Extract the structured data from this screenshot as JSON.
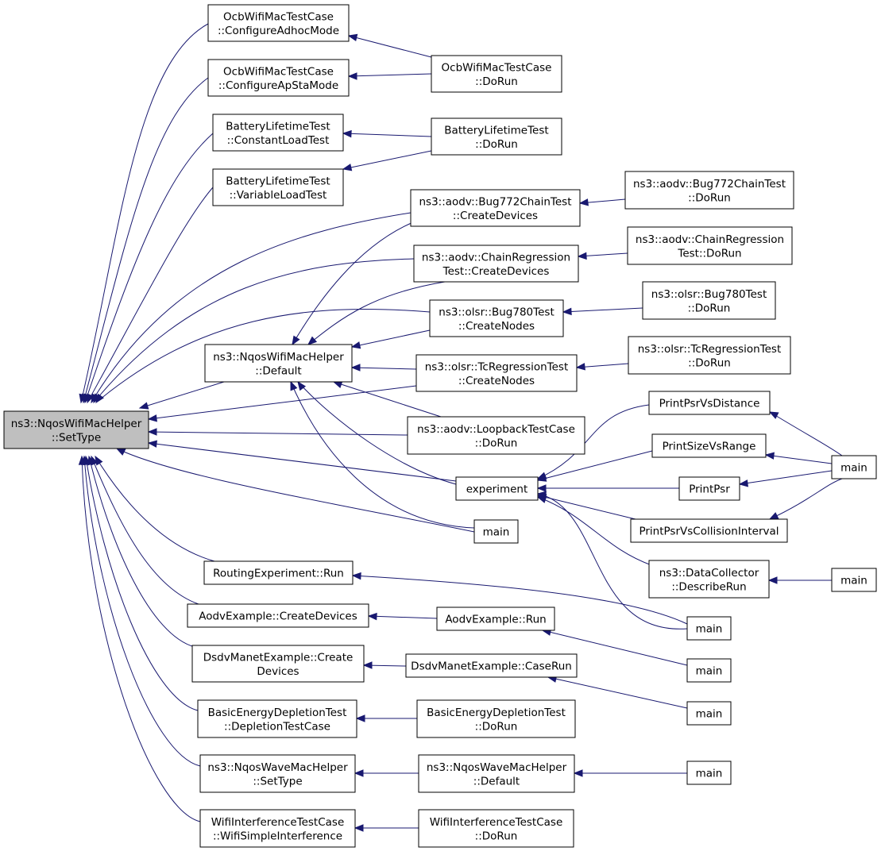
{
  "nodes": [
    {
      "id": "root",
      "lines": [
        "ns3::NqosWifiMacHelper",
        "::SetType"
      ]
    },
    {
      "id": "ocb_adhoc",
      "lines": [
        "OcbWifiMacTestCase",
        "::ConfigureAdhocMode"
      ]
    },
    {
      "id": "ocb_apsta",
      "lines": [
        "OcbWifiMacTestCase",
        "::ConfigureApStaMode"
      ]
    },
    {
      "id": "ocb_dorun",
      "lines": [
        "OcbWifiMacTestCase",
        "::DoRun"
      ]
    },
    {
      "id": "bat_const",
      "lines": [
        "BatteryLifetimeTest",
        "::ConstantLoadTest"
      ]
    },
    {
      "id": "bat_var",
      "lines": [
        "BatteryLifetimeTest",
        "::VariableLoadTest"
      ]
    },
    {
      "id": "bat_dorun",
      "lines": [
        "BatteryLifetimeTest",
        "::DoRun"
      ]
    },
    {
      "id": "bug772_cd",
      "lines": [
        "ns3::aodv::Bug772ChainTest",
        "::CreateDevices"
      ]
    },
    {
      "id": "bug772_dr",
      "lines": [
        "ns3::aodv::Bug772ChainTest",
        "::DoRun"
      ]
    },
    {
      "id": "chain_cd",
      "lines": [
        "ns3::aodv::ChainRegression",
        "Test::CreateDevices"
      ]
    },
    {
      "id": "chain_dr",
      "lines": [
        "ns3::aodv::ChainRegression",
        "Test::DoRun"
      ]
    },
    {
      "id": "bug780_cn",
      "lines": [
        "ns3::olsr::Bug780Test",
        "::CreateNodes"
      ]
    },
    {
      "id": "bug780_dr",
      "lines": [
        "ns3::olsr::Bug780Test",
        "::DoRun"
      ]
    },
    {
      "id": "nqos_default",
      "lines": [
        "ns3::NqosWifiMacHelper",
        "::Default"
      ]
    },
    {
      "id": "tc_cn",
      "lines": [
        "ns3::olsr::TcRegressionTest",
        "::CreateNodes"
      ]
    },
    {
      "id": "tc_dr",
      "lines": [
        "ns3::olsr::TcRegressionTest",
        "::DoRun"
      ]
    },
    {
      "id": "loopback",
      "lines": [
        "ns3::aodv::LoopbackTestCase",
        "::DoRun"
      ]
    },
    {
      "id": "psr_dist",
      "lines": [
        "PrintPsrVsDistance"
      ]
    },
    {
      "id": "size_range",
      "lines": [
        "PrintSizeVsRange"
      ]
    },
    {
      "id": "print_psr",
      "lines": [
        "PrintPsr"
      ]
    },
    {
      "id": "psr_coll",
      "lines": [
        "PrintPsrVsCollisionInterval"
      ]
    },
    {
      "id": "main_psr",
      "lines": [
        "main"
      ]
    },
    {
      "id": "experiment",
      "lines": [
        "experiment"
      ]
    },
    {
      "id": "main_mid",
      "lines": [
        "main"
      ]
    },
    {
      "id": "dc_describe",
      "lines": [
        "ns3::DataCollector",
        "::DescribeRun"
      ]
    },
    {
      "id": "main_dc",
      "lines": [
        "main"
      ]
    },
    {
      "id": "rout_run",
      "lines": [
        "RoutingExperiment::Run"
      ]
    },
    {
      "id": "main_rout",
      "lines": [
        "main"
      ]
    },
    {
      "id": "aodv_cd",
      "lines": [
        "AodvExample::CreateDevices"
      ]
    },
    {
      "id": "aodv_run",
      "lines": [
        "AodvExample::Run"
      ]
    },
    {
      "id": "main_aodv",
      "lines": [
        "main"
      ]
    },
    {
      "id": "dsdv_cd",
      "lines": [
        "DsdvManetExample::Create",
        "Devices"
      ]
    },
    {
      "id": "dsdv_cr",
      "lines": [
        "DsdvManetExample::CaseRun"
      ]
    },
    {
      "id": "main_dsdv",
      "lines": [
        "main"
      ]
    },
    {
      "id": "bed_dtc",
      "lines": [
        "BasicEnergyDepletionTest",
        "::DepletionTestCase"
      ]
    },
    {
      "id": "bed_dr",
      "lines": [
        "BasicEnergyDepletionTest",
        "::DoRun"
      ]
    },
    {
      "id": "wave_st",
      "lines": [
        "ns3::NqosWaveMacHelper",
        "::SetType"
      ]
    },
    {
      "id": "wave_def",
      "lines": [
        "ns3::NqosWaveMacHelper",
        "::Default"
      ]
    },
    {
      "id": "main_wave",
      "lines": [
        "main"
      ]
    },
    {
      "id": "wifi_si",
      "lines": [
        "WifiInterferenceTestCase",
        "::WifiSimpleInterference"
      ]
    },
    {
      "id": "wifi_dr",
      "lines": [
        "WifiInterferenceTestCase",
        "::DoRun"
      ]
    }
  ]
}
